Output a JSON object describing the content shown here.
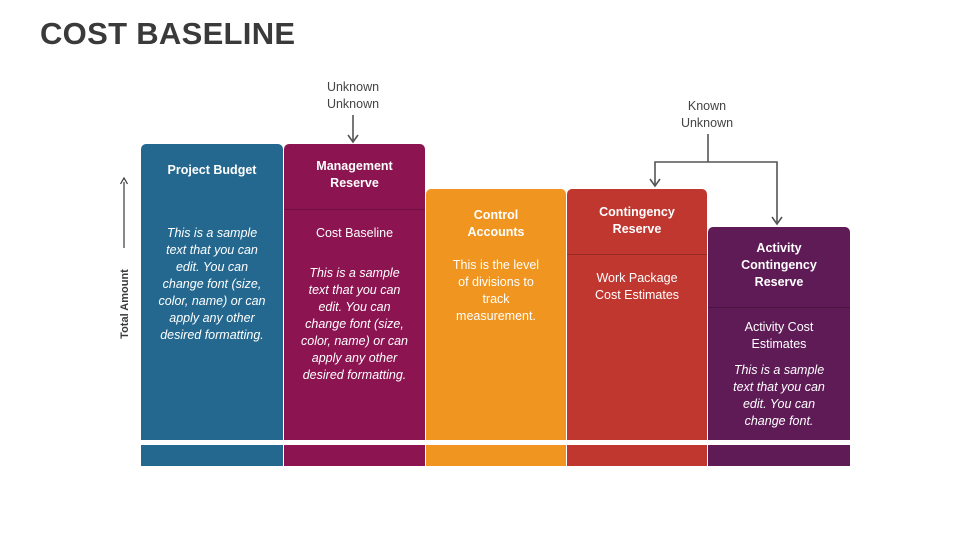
{
  "title": "COST BASELINE",
  "y_axis_label": "Total Amount",
  "annotations": {
    "unknown_unknown": [
      "Unknown",
      "Unknown"
    ],
    "known_unknown": [
      "Known",
      "Unknown"
    ]
  },
  "columns": [
    {
      "color": "#25688f",
      "heading": "Project Budget",
      "body": [
        "This is a sample",
        "text that you can",
        "edit. You can",
        "change font (size,",
        "color, name) or can",
        "apply any other",
        "desired formatting."
      ]
    },
    {
      "color": "#8c1451",
      "heading": [
        "Management",
        "Reserve"
      ],
      "subheading": "Cost Baseline",
      "body": [
        "This is a sample",
        "text that you can",
        "edit. You can",
        "change font (size,",
        "color, name) or can",
        "apply any other",
        "desired formatting."
      ]
    },
    {
      "color": "#f0951f",
      "heading": [
        "Control",
        "Accounts"
      ],
      "body": [
        "This is the level",
        "of divisions to",
        "track",
        "measurement."
      ]
    },
    {
      "color": "#c0372f",
      "heading": [
        "Contingency",
        "Reserve"
      ],
      "subheading": [
        "Work Package",
        "Cost Estimates"
      ]
    },
    {
      "color": "#5e1b56",
      "heading": [
        "Activity",
        "Contingency",
        "Reserve"
      ],
      "subheading": [
        "Activity Cost",
        "Estimates"
      ],
      "body": [
        "This is a sample",
        "text that you can",
        "edit. You can",
        "change font."
      ]
    }
  ]
}
